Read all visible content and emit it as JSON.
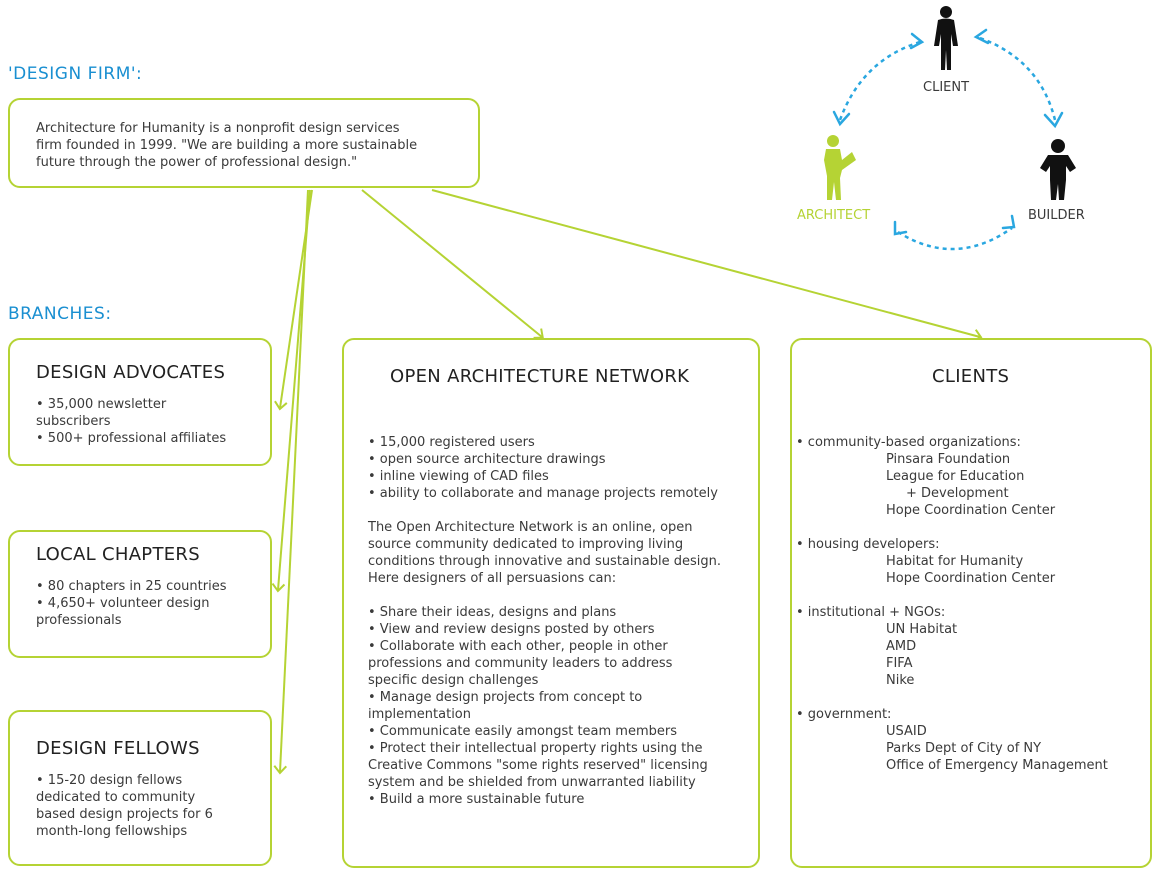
{
  "colors": {
    "accent_green": "#b5d334",
    "accent_blue": "#1a8fd1",
    "arrow_blue": "#2aa7e0"
  },
  "design_firm": {
    "heading": "'DESIGN FIRM':",
    "lines": [
      "Architecture for Humanity is a nonprofit design services",
      "firm founded in 1999.  \"We are building a more sustainable",
      "future through the power of professional design.\""
    ]
  },
  "branches": {
    "heading": "BRANCHES:",
    "design_advocates": {
      "title": "DESIGN ADVOCATES",
      "lines": [
        "• 35,000 newsletter",
        "subscribers",
        "• 500+ professional affiliates"
      ]
    },
    "local_chapters": {
      "title": "LOCAL CHAPTERS",
      "lines": [
        "• 80 chapters in 25 countries",
        "• 4,650+ volunteer design",
        "professionals"
      ]
    },
    "design_fellows": {
      "title": "DESIGN FELLOWS",
      "lines": [
        "• 15-20 design fellows",
        "dedicated to community",
        "based design projects for 6",
        "month-long fellowships"
      ]
    }
  },
  "oan": {
    "title": "OPEN ARCHITECTURE NETWORK",
    "stats": [
      "• 15,000 registered users",
      "• open source architecture drawings",
      "• inline viewing of CAD files",
      "• ability to collaborate and manage projects remotely"
    ],
    "description": [
      "The Open Architecture Network is an online, open",
      "source community dedicated to improving living",
      "conditions through innovative and sustainable design.",
      "Here designers of all persuasions can:"
    ],
    "bullets": [
      "• Share their ideas, designs and plans",
      "• View and review designs posted by others",
      "• Collaborate with each other, people in other",
      "professions and community leaders to address",
      "specific design challenges",
      "• Manage design projects from concept to",
      "implementation",
      "• Communicate easily amongst team members",
      "• Protect their intellectual property rights using the",
      "Creative Commons \"some rights reserved\" licensing",
      "system and be shielded from unwarranted liability",
      "• Build a more sustainable future"
    ]
  },
  "clients": {
    "title": "CLIENTS",
    "groups": [
      {
        "label": "• community-based organizations:",
        "items": [
          "Pinsara Foundation",
          "League for Education"
        ],
        "sub": "+ Development",
        "items2": [
          "Hope Coordination Center"
        ]
      },
      {
        "label": "• housing developers:",
        "items": [
          "Habitat for Humanity",
          "Hope Coordination Center"
        ]
      },
      {
        "label": "• institutional + NGOs:",
        "items": [
          "UN Habitat",
          "AMD",
          "FIFA",
          "Nike"
        ]
      },
      {
        "label": "• government:",
        "items": [
          "USAID",
          "Parks Dept of City of NY",
          "Office of Emergency Management"
        ]
      }
    ]
  },
  "triangle": {
    "client": "CLIENT",
    "architect": "ARCHITECT",
    "builder": "BUILDER"
  }
}
